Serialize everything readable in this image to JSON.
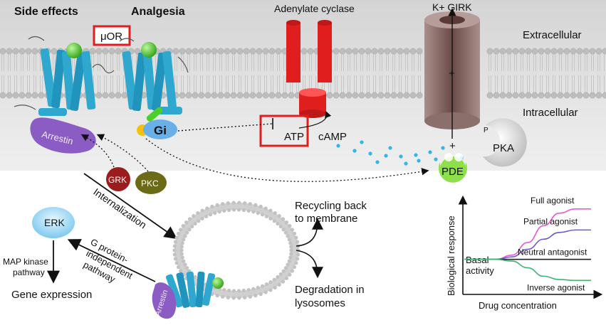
{
  "labels": {
    "side_effects": "Side effects",
    "analgesia": "Analgesia",
    "mor": "μOR",
    "adenylate_cyclase": "Adenylate cyclase",
    "k_girk": "K+ GIRK",
    "extracellular": "Extracellular",
    "intracellular": "Intracellular",
    "arrestin": "Arrestin",
    "gi": "Gi",
    "atp": "ATP",
    "camp": "cAMP",
    "pka": "PKA",
    "p": "P",
    "pde": "PDE",
    "plus_top": "+",
    "plus_bottom": "+",
    "grk": "GRK",
    "pkc": "PKC",
    "internalization": "Internalization",
    "erk": "ERK",
    "map_kinase_line1": "MAP kinase",
    "map_kinase_line2": "pathway",
    "gene_expression": "Gene expression",
    "g_protein_line1": "G protein-",
    "g_protein_line2": "independent",
    "g_protein_line3": "pathway",
    "recycling_line1": "Recycling back",
    "recycling_line2": "to membrane",
    "degradation_line1": "Degradation in",
    "degradation_line2": "lysosomes",
    "arrestin_vesicle": "Arrestin"
  },
  "colors": {
    "receptor": "#2fa8cf",
    "ligand": "#3cc21a",
    "arrestin": "#8a5cc4",
    "gi": "#6ab0e8",
    "cyclase": "#e01e1e",
    "highlight_box": "#e01e1e",
    "girk": "#8f6f6c",
    "pde": "#8ee04a",
    "grk": "#9b1c1c",
    "pkc": "#6b6a16",
    "camp_dots": "#35b5e5",
    "erk": "#8fd2f2"
  },
  "chart_data": {
    "type": "line",
    "title": "",
    "xlabel": "Drug concentration",
    "ylabel": "Biological response",
    "baseline_label_line1": "Basal",
    "baseline_label_line2": "activity",
    "series": [
      {
        "name": "Full agonist",
        "color": "#e75ad0",
        "values": [
          0.4,
          0.4,
          0.4,
          0.45,
          0.6,
          0.8,
          0.95,
          1.0,
          1.0
        ]
      },
      {
        "name": "Partial agonist",
        "color": "#6a5acd",
        "values": [
          0.4,
          0.4,
          0.4,
          0.43,
          0.52,
          0.64,
          0.72,
          0.75,
          0.75
        ]
      },
      {
        "name": "Neutral antagonist",
        "color": "#222222",
        "values": [
          0.4,
          0.4,
          0.4,
          0.4,
          0.4,
          0.4,
          0.4,
          0.4,
          0.4
        ]
      },
      {
        "name": "Inverse agonist",
        "color": "#3cb371",
        "values": [
          0.4,
          0.4,
          0.4,
          0.38,
          0.3,
          0.2,
          0.16,
          0.15,
          0.15
        ]
      }
    ],
    "x": [
      0,
      1,
      2,
      3,
      4,
      5,
      6,
      7,
      8
    ],
    "ylim": [
      0,
      1.1
    ],
    "xlim": [
      0,
      8
    ]
  }
}
